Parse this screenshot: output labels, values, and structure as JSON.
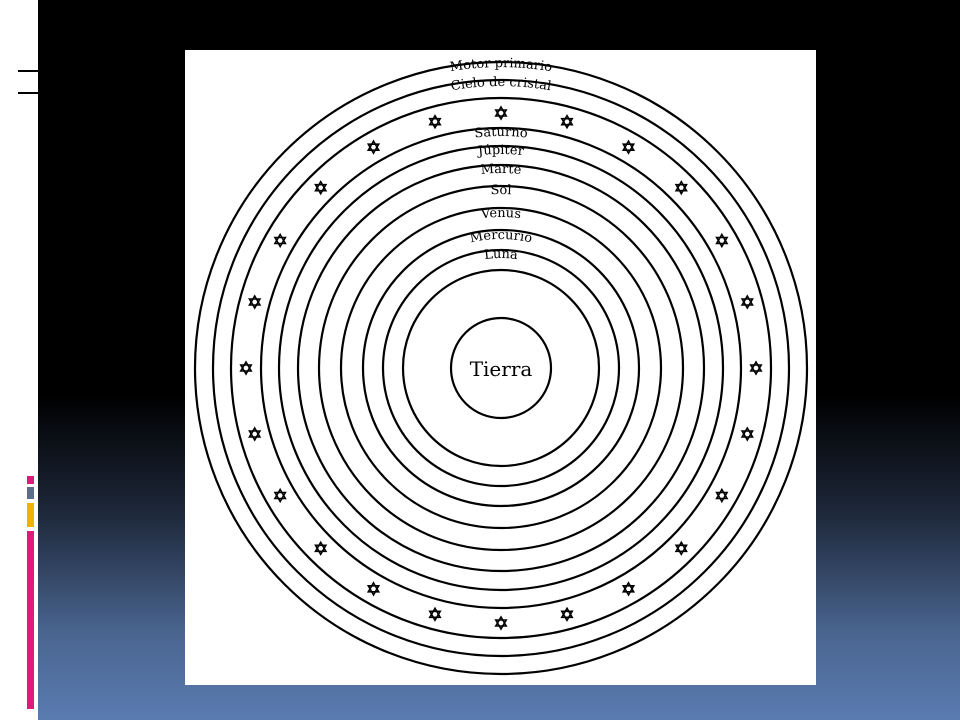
{
  "diagram": {
    "center_label": "Tierra",
    "spheres": [
      "Motor primario",
      "Cielo de cristal",
      "Saturno",
      "Júpiter",
      "Marte",
      "Sol",
      "Venus",
      "Mercurio",
      "Luna"
    ],
    "star_count": 24,
    "star_icon": "star-of-david-icon",
    "line_color": "#000000",
    "background_color": "#ffffff"
  },
  "slide": {
    "accent_colors": [
      "#e0197d",
      "#5b6d8a",
      "#f2b300",
      "#e0197d"
    ]
  }
}
